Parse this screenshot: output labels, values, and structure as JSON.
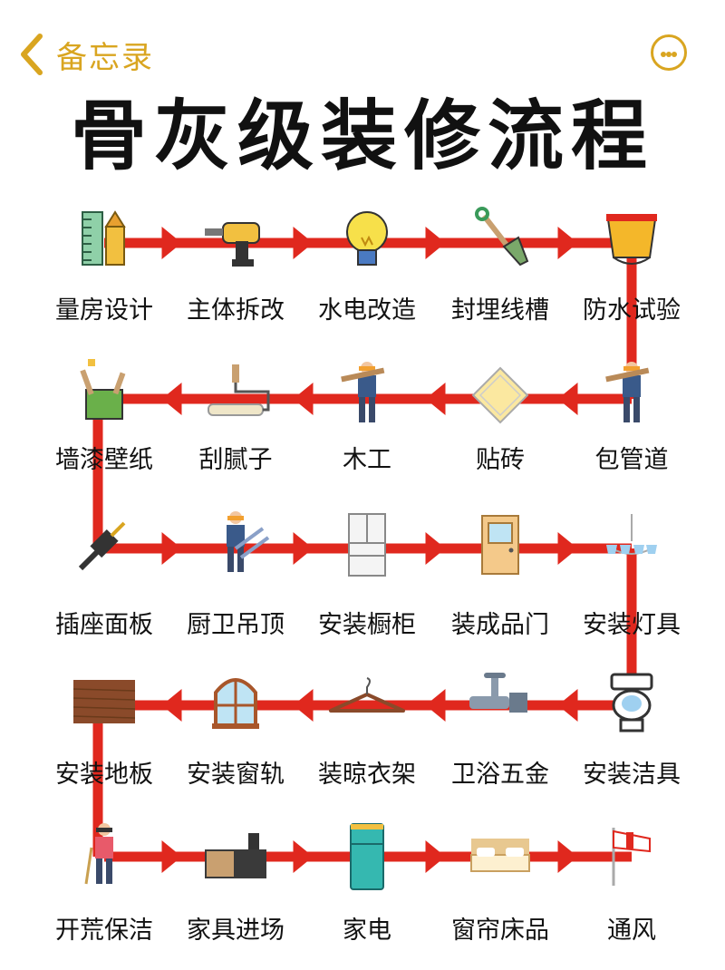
{
  "nav": {
    "back_label": "备忘录"
  },
  "title": "骨灰级装修流程",
  "colors": {
    "accent": "#d9a520",
    "arrow": "#e0281e"
  },
  "steps": [
    {
      "label": "量房设计",
      "icon": "measuring-tools-icon"
    },
    {
      "label": "主体拆改",
      "icon": "power-drill-icon"
    },
    {
      "label": "水电改造",
      "icon": "light-bulb-icon"
    },
    {
      "label": "封埋线槽",
      "icon": "shovel-icon"
    },
    {
      "label": "防水试验",
      "icon": "paint-bucket-icon"
    },
    {
      "label": "包管道",
      "icon": "worker-pipes-icon"
    },
    {
      "label": "贴砖",
      "icon": "tile-icon"
    },
    {
      "label": "木工",
      "icon": "carpenter-icon"
    },
    {
      "label": "刮腻子",
      "icon": "paint-roller-icon"
    },
    {
      "label": "墙漆壁纸",
      "icon": "paint-bucket-brushes-icon"
    },
    {
      "label": "插座面板",
      "icon": "plug-icon"
    },
    {
      "label": "厨卫吊顶",
      "icon": "worker-ladder-icon"
    },
    {
      "label": "安装橱柜",
      "icon": "cabinet-icon"
    },
    {
      "label": "装成品门",
      "icon": "door-icon"
    },
    {
      "label": "安装灯具",
      "icon": "chandelier-icon"
    },
    {
      "label": "安装洁具",
      "icon": "toilet-icon"
    },
    {
      "label": "卫浴五金",
      "icon": "faucet-icon"
    },
    {
      "label": "装晾衣架",
      "icon": "hanger-icon"
    },
    {
      "label": "安装窗轨",
      "icon": "window-icon"
    },
    {
      "label": "安装地板",
      "icon": "wood-floor-icon"
    },
    {
      "label": "开荒保洁",
      "icon": "cleaner-icon"
    },
    {
      "label": "家具进场",
      "icon": "furniture-icon"
    },
    {
      "label": "家电",
      "icon": "refrigerator-icon"
    },
    {
      "label": "窗帘床品",
      "icon": "bed-icon"
    },
    {
      "label": "通风",
      "icon": "windsock-icon"
    }
  ]
}
